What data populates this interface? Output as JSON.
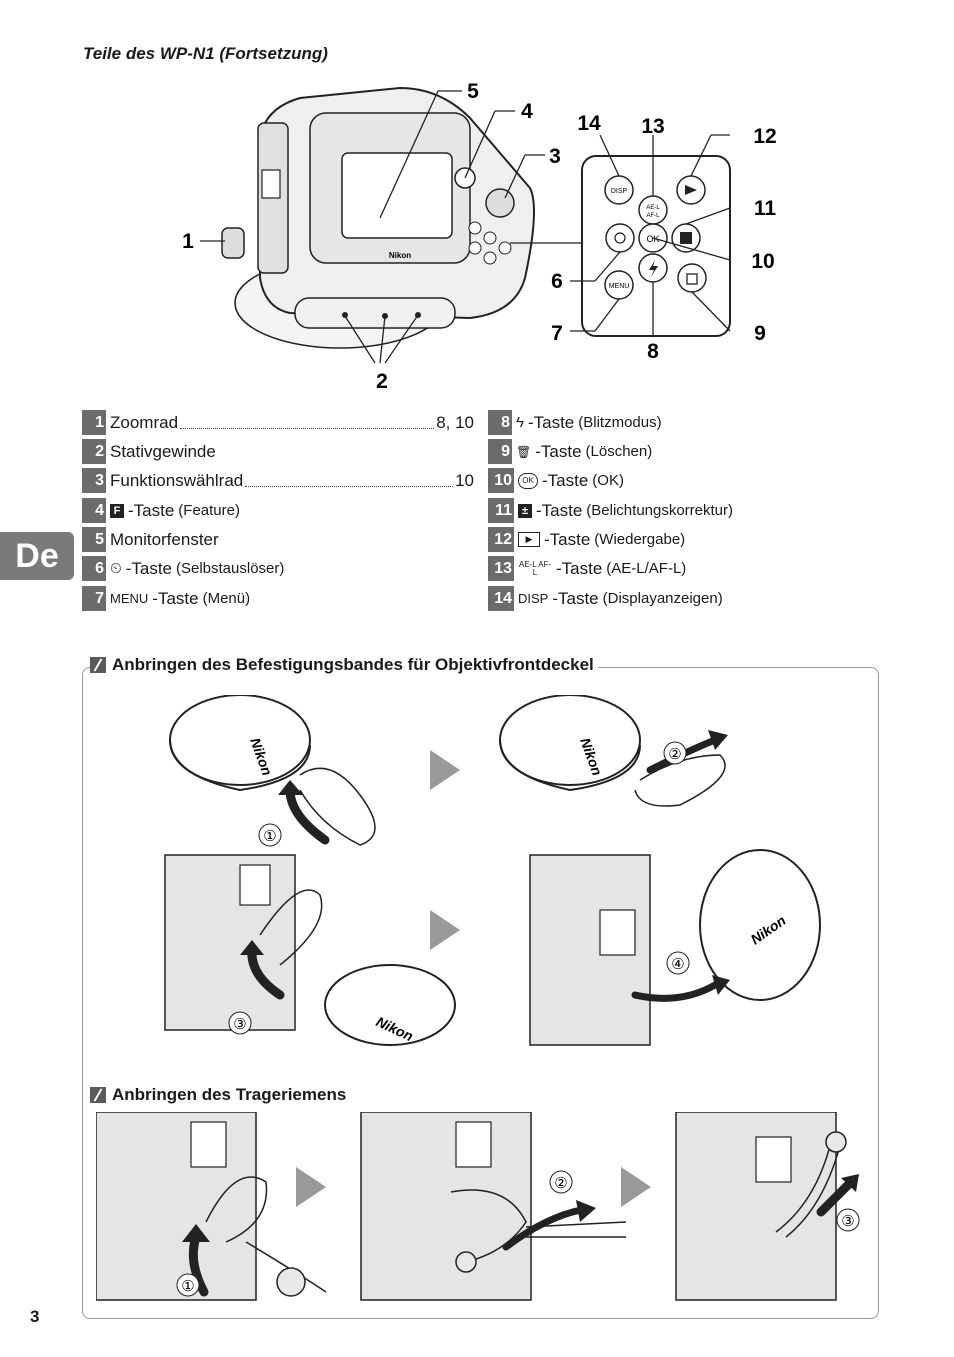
{
  "header": {
    "title": "Teile des WP-N1 (Fortsetzung)"
  },
  "callouts": {
    "c1": "1",
    "c2": "2",
    "c3": "3",
    "c4": "4",
    "c5": "5",
    "c6": "6",
    "c7": "7",
    "c8": "8",
    "c9": "9",
    "c10": "10",
    "c11": "11",
    "c12": "12",
    "c13": "13",
    "c14": "14"
  },
  "camera": {
    "brand": "Nikon"
  },
  "buttons": {
    "disp": "DISP",
    "ael_top": "AE-L",
    "ael_bottom": "AF-L",
    "ok": "OK",
    "menu": "MENU"
  },
  "parts_left": [
    {
      "n": "1",
      "label": "Zoomrad",
      "page": "8, 10"
    },
    {
      "n": "2",
      "label": "Stativgewinde",
      "page": ""
    },
    {
      "n": "3",
      "label": "Funktionswählrad",
      "page": "10"
    },
    {
      "n": "4",
      "sym": "F",
      "label": "-Taste",
      "desc": "(Feature)"
    },
    {
      "n": "5",
      "label": "Monitorfenster"
    },
    {
      "n": "6",
      "sym": "⏲",
      "label": "-Taste",
      "desc": "(Selbstauslöser)"
    },
    {
      "n": "7",
      "sym": "MENU",
      "label": "-Taste",
      "desc": "(Menü)"
    }
  ],
  "parts_right": [
    {
      "n": "8",
      "sym": "ϟ",
      "label": "-Taste",
      "desc": "(Blitzmodus)"
    },
    {
      "n": "9",
      "sym": "🗑",
      "label": "-Taste",
      "desc": "(Löschen)"
    },
    {
      "n": "10",
      "sym": "OK",
      "label": "-Taste",
      "desc": "(OK)"
    },
    {
      "n": "11",
      "sym": "±",
      "label": "-Taste",
      "desc": "(Belichtungskorrektur)"
    },
    {
      "n": "12",
      "sym": "▶",
      "label": "-Taste",
      "desc": "(Wiedergabe)"
    },
    {
      "n": "13",
      "sym": "AE-L AF-L",
      "label": "-Taste",
      "desc": "(AE-L/AF-L)"
    },
    {
      "n": "14",
      "sym": "DISP",
      "label": "-Taste",
      "desc": "(Displayanzeigen)"
    }
  ],
  "section_cap": {
    "title": "Anbringen des Befestigungsbandes für Objektivfrontdeckel"
  },
  "section_strap": {
    "title": "Anbringen des Trageriemens"
  },
  "steps": {
    "s1": "①",
    "s2": "②",
    "s3": "③",
    "s4": "④"
  },
  "lang_tab": "De",
  "page_number": "3"
}
